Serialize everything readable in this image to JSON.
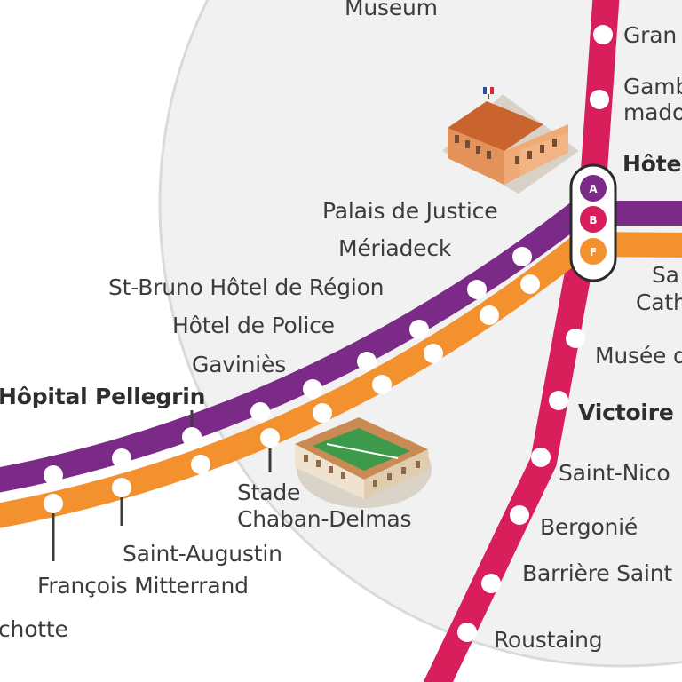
{
  "colors": {
    "line_a": "#7b2a87",
    "line_b": "#d81e5b",
    "line_f": "#f2912d",
    "zone_fill": "#f1f1f1",
    "zone_edge": "#dcdcdc",
    "station_dot": "#ffffff",
    "text": "#3c3c3c"
  },
  "lines": [
    {
      "id": "A",
      "badge": "A",
      "color": "#7b2a87"
    },
    {
      "id": "B",
      "badge": "B",
      "color": "#d81e5b"
    },
    {
      "id": "F",
      "badge": "F",
      "color": "#f2912d"
    }
  ],
  "interchange": {
    "name": "Hôte",
    "lines": [
      "A",
      "B",
      "F"
    ]
  },
  "stations": {
    "museum": "Museum",
    "grand": "Gran",
    "gambetta_1": "Gamb",
    "gambetta_2": "mado",
    "hotel_de_ville": "Hôte",
    "sainte_catherine_1": "Sa",
    "sainte_catherine_2": "Cath",
    "musee": "Musée d",
    "victoire": "Victoire",
    "saint_nicolas": "Saint-Nico",
    "bergonie": "Bergonié",
    "barriere": "Barrière Saint",
    "roustaing": "Roustaing",
    "palais_de_justice": "Palais de Justice",
    "meriadeck": "Mériadeck",
    "st_bruno": "St-Bruno Hôtel de Région",
    "hotel_de_police": "Hôtel de Police",
    "gavinies": "Gaviniès",
    "hopital_pellegrin": "Hôpital Pellegrin",
    "stade_1": "Stade",
    "stade_2": "Chaban-Delmas",
    "saint_augustin": "Saint-Augustin",
    "francois_mitterrand": "François Mitterrand",
    "chotte": "chotte"
  },
  "landmarks": [
    {
      "icon": "courthouse-icon"
    },
    {
      "icon": "stadium-icon"
    }
  ]
}
